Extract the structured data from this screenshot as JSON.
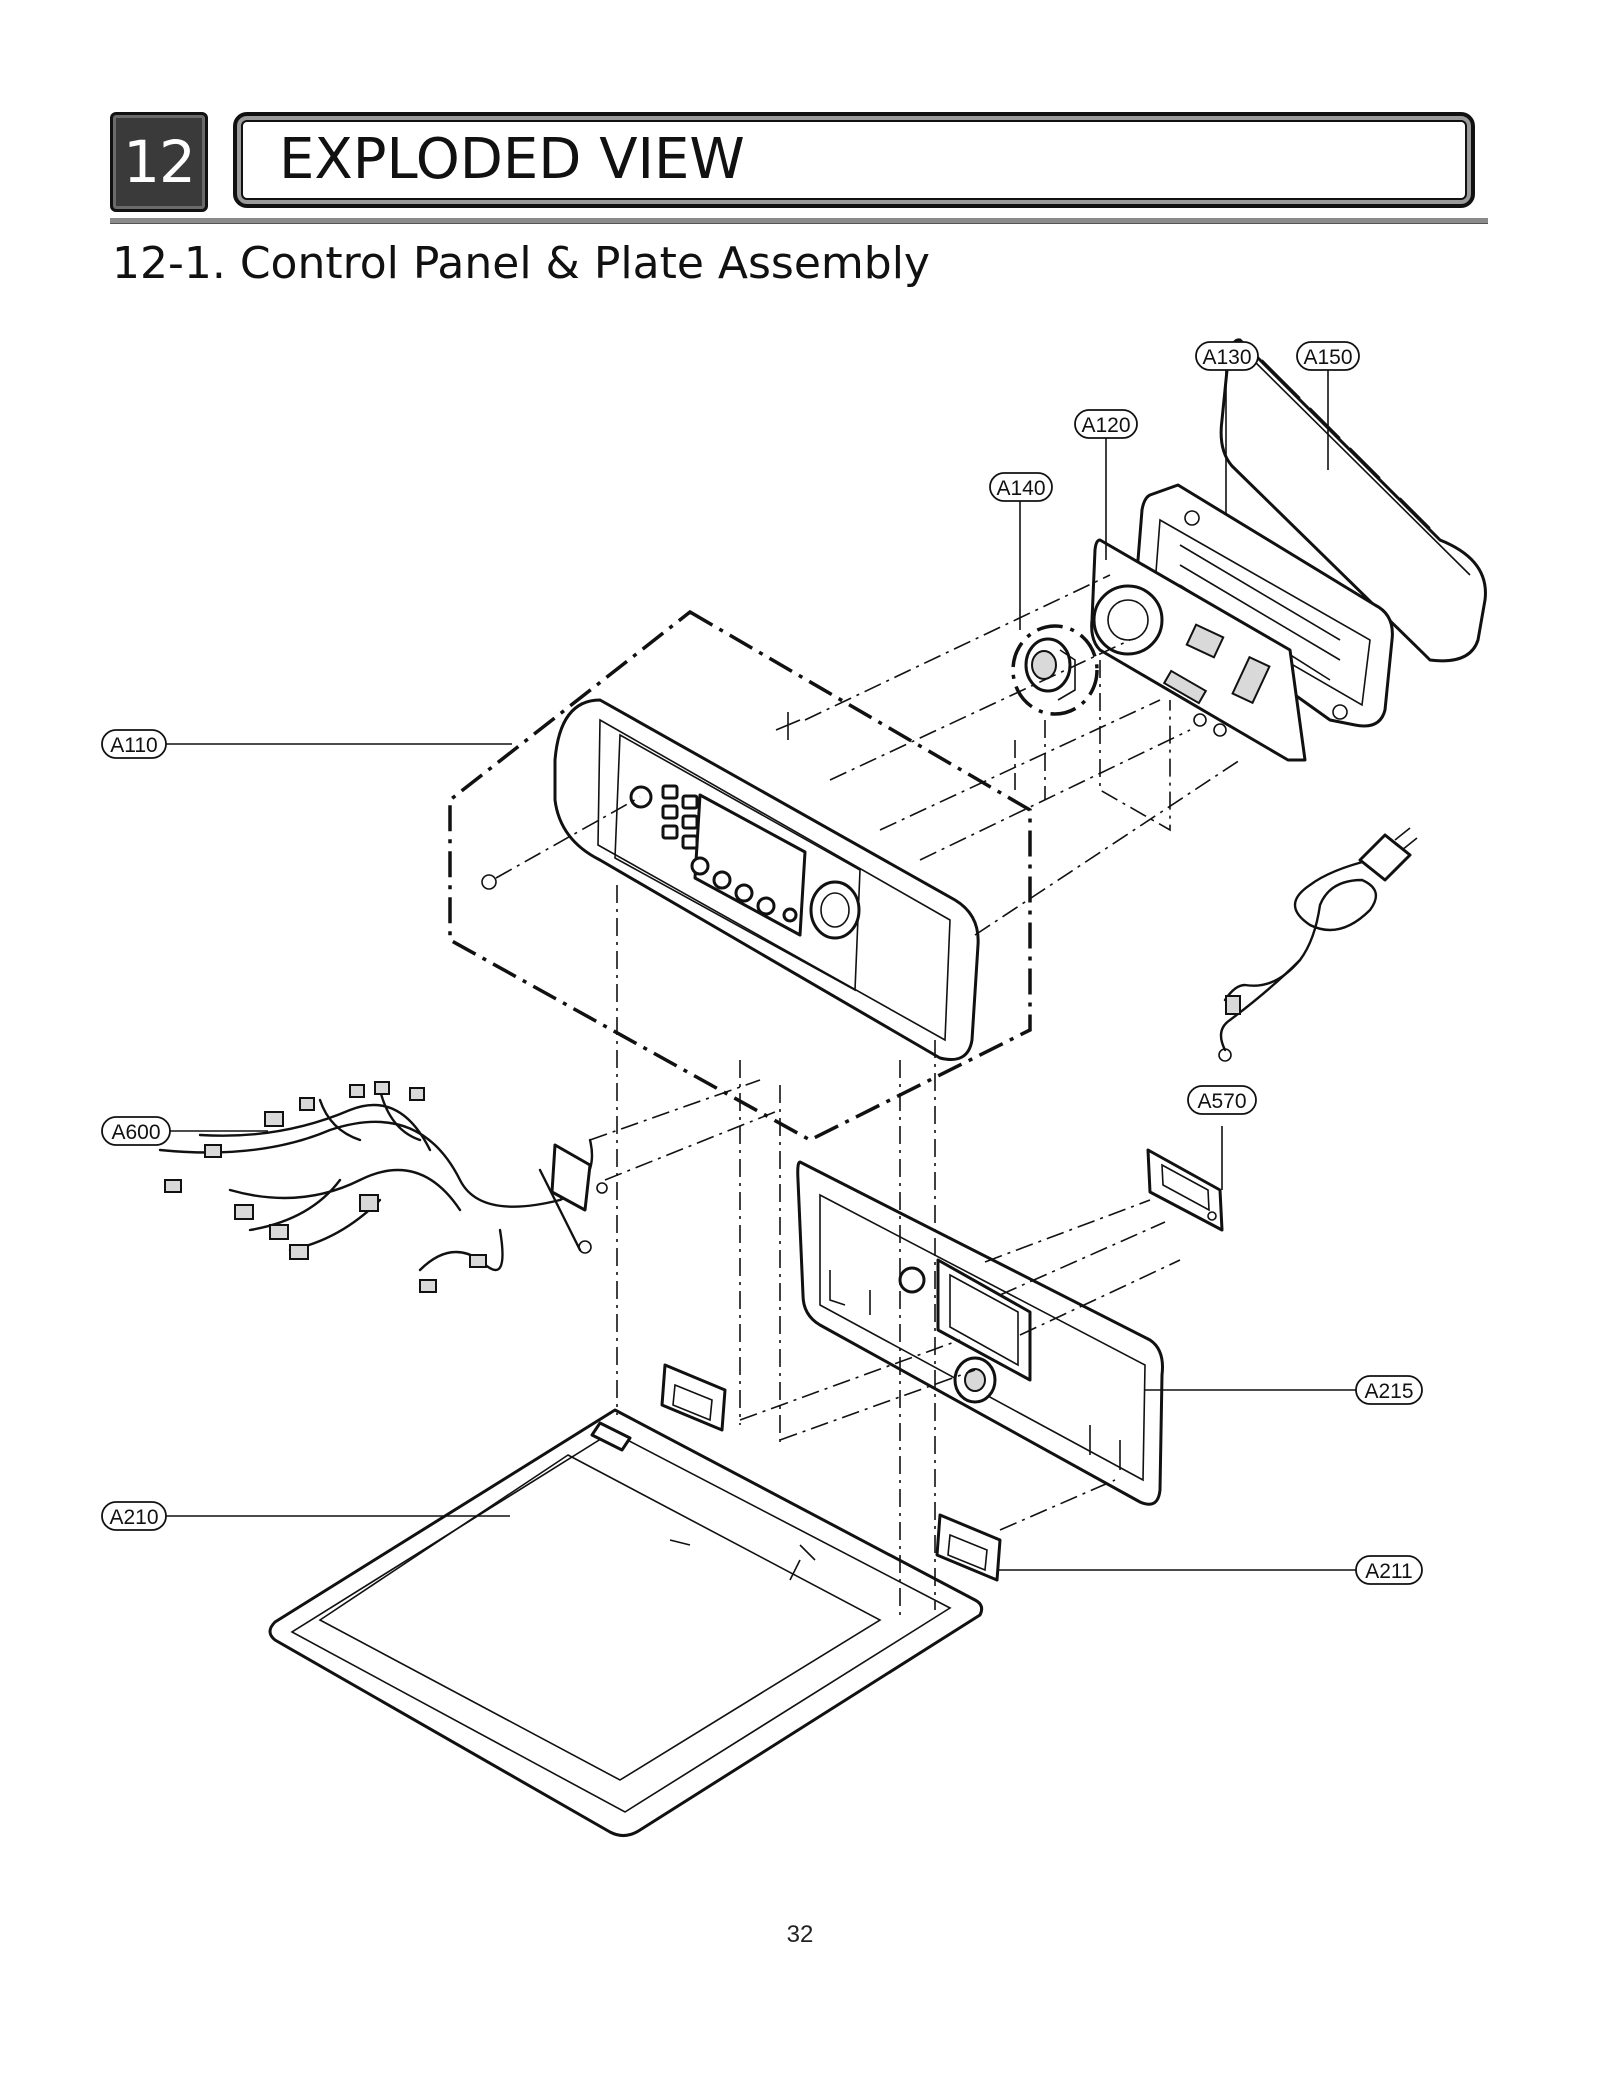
{
  "header": {
    "chapter_number": "12",
    "chapter_title": "EXPLODED VIEW",
    "section_title": "12-1. Control Panel & Plate Assembly"
  },
  "callouts": {
    "a130": "A130",
    "a150": "A150",
    "a120": "A120",
    "a140": "A140",
    "a110": "A110",
    "a600": "A600",
    "a570": "A570",
    "a215": "A215",
    "a210": "A210",
    "a211": "A211"
  },
  "footer": {
    "page_number": "32"
  }
}
